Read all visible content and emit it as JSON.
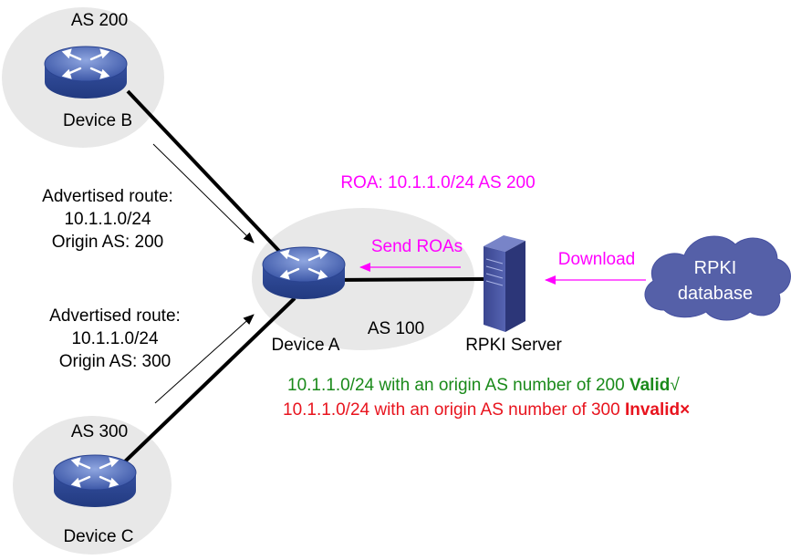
{
  "areas": {
    "as200": "AS 200",
    "as300": "AS 300",
    "as100": "AS 100"
  },
  "devices": {
    "device_b": "Device B",
    "device_c": "Device C",
    "device_a": "Device A",
    "rpki_server": "RPKI Server"
  },
  "rpki_database": {
    "line1": "RPKI",
    "line2": "database"
  },
  "routes": {
    "top": {
      "line1": "Advertised route:",
      "line2": "10.1.1.0/24",
      "line3": "Origin AS: 200"
    },
    "bottom": {
      "line1": "Advertised route:",
      "line2": "10.1.1.0/24",
      "line3": "Origin AS: 300"
    }
  },
  "roa_label": "ROA: 10.1.1.0/24 AS 200",
  "send_roas_label": "Send ROAs",
  "download_label": "Download",
  "results": {
    "valid": {
      "text": "10.1.1.0/24 with an origin AS number of 200 ",
      "status": "Valid",
      "mark": "√",
      "color": "#1a8a1a"
    },
    "invalid": {
      "text": "10.1.1.0/24 with an origin AS number of 300 ",
      "status": "Invalid",
      "mark": "×",
      "color": "#e8141e"
    }
  },
  "colors": {
    "magenta": "#ff00ff",
    "cloud": "#5560a8",
    "router": "#4a66b2",
    "area": "#e8e8e8"
  }
}
